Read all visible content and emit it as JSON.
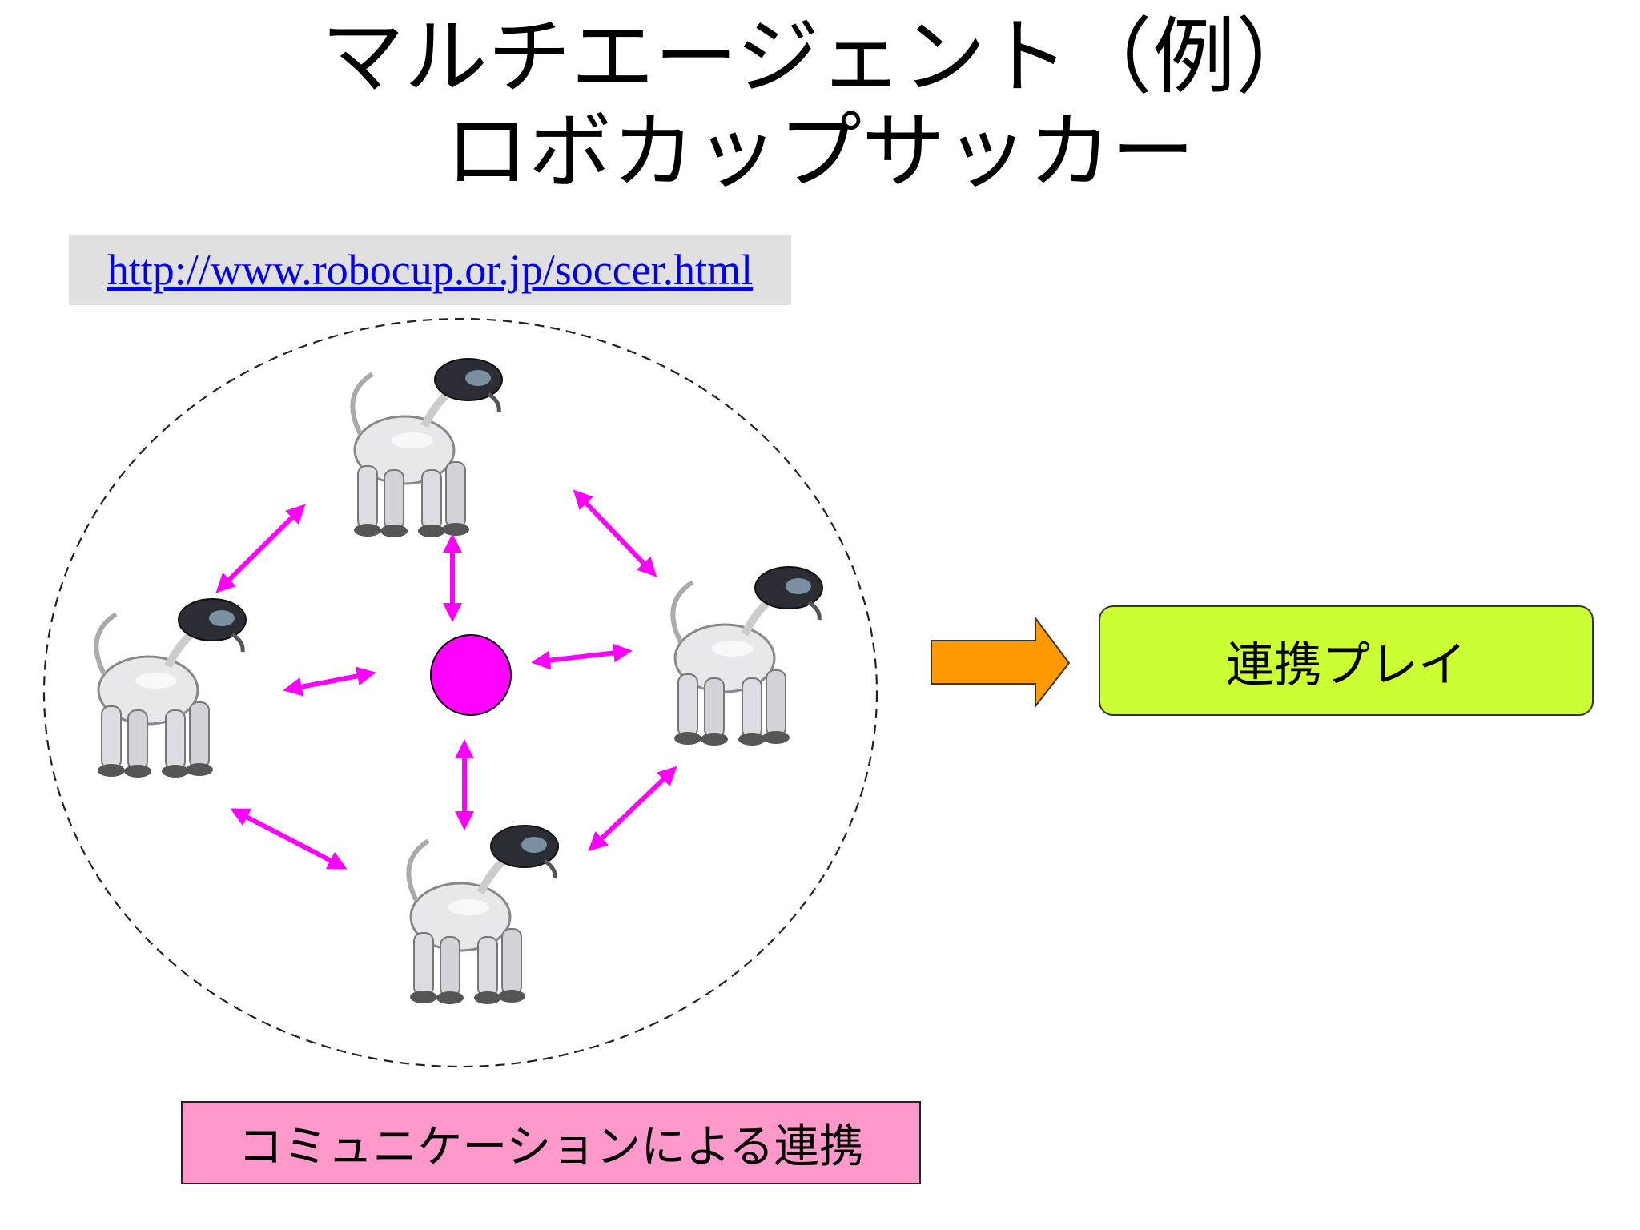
{
  "title": {
    "line1": "マルチエージェント（例）",
    "line2": "ロボカップサッカー"
  },
  "link": {
    "text": "http://www.robocup.or.jp/soccer.html"
  },
  "result_box": {
    "label": "連携プレイ",
    "color": "#ccff33"
  },
  "caption": {
    "label": "コミュニケーションによる連携",
    "color": "#ff99cc"
  },
  "colors": {
    "arrows": "#ff00ff",
    "ball": "#ff00ff",
    "big_arrow": "#ff9900"
  },
  "diagram": {
    "robots": [
      "robot-dog-top",
      "robot-dog-left",
      "robot-dog-right",
      "robot-dog-bottom"
    ],
    "ball": "ball"
  }
}
